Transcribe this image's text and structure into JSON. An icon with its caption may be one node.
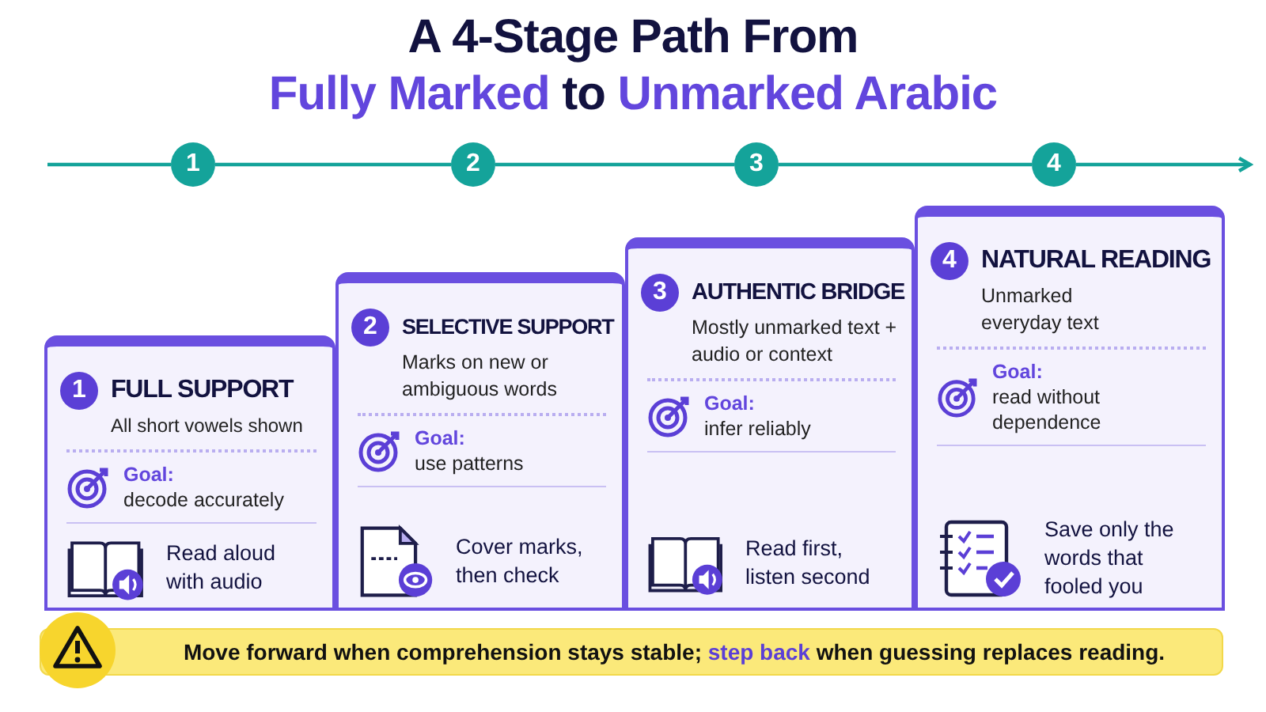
{
  "diagram": {
    "title": "A 4-Stage Path From **Fully Marked** to **Unmarked Arabic**",
    "nodes": [
      {
        "text": [
          "1"
        ]
      },
      {
        "text": [
          "2"
        ]
      },
      {
        "text": [
          "3"
        ]
      },
      {
        "text": [
          "4"
        ]
      },
      {
        "text": [
          "FULL SUPPORT",
          "All short vowels shown",
          "Goal:",
          "decode accurately",
          "Read aloud with audio"
        ]
      },
      {
        "text": [
          "1"
        ],
        "in": 4
      },
      {
        "text": [
          "SELECTIVE SUPPORT",
          "Marks on new or ambiguous words",
          "Goal:",
          "use patterns",
          "Cover marks, then check"
        ]
      },
      {
        "text": [
          "2"
        ],
        "in": 6
      },
      {
        "text": [
          "AUTHENTIC BRIDGE",
          "Mostly unmarked text + audio or context",
          "Goal:",
          "infer reliably",
          "Read first, listen second"
        ]
      },
      {
        "text": [
          "3"
        ],
        "in": 8
      },
      {
        "text": [
          "NATURAL READING",
          "Unmarked everyday text",
          "Goal:",
          "read without dependence",
          "Save only the words that fooled you"
        ]
      },
      {
        "text": [
          "4"
        ],
        "in": 10
      },
      {
        "text": [
          "Move forward when comprehension stays stable; **step back** when guessing replaces reading."
        ]
      }
    ],
    "edges": [
      {
        "from": null,
        "to": 0,
        "arrow": "none"
      },
      {
        "from": 0,
        "to": 1,
        "arrow": "none"
      },
      {
        "from": 1,
        "to": 2,
        "arrow": "none"
      },
      {
        "from": 2,
        "to": 3,
        "arrow": "none"
      },
      {
        "from": 3,
        "to": null,
        "arrow": "to"
      }
    ]
  }
}
